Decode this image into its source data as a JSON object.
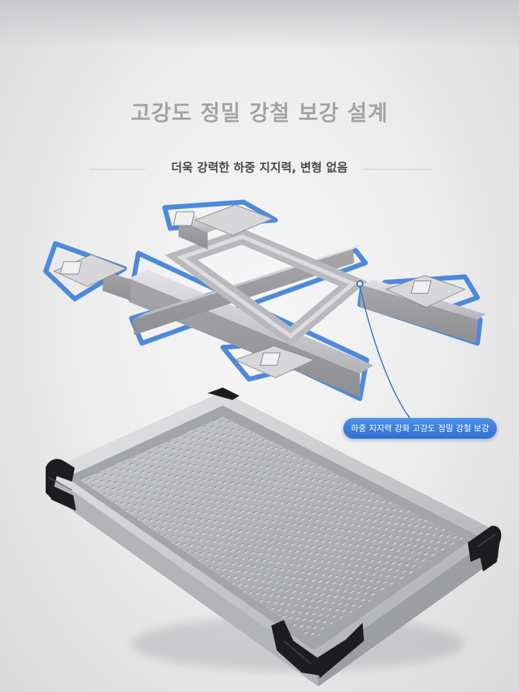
{
  "headline": "고강도 정밀 강철 보강 설계",
  "subheadline": "더욱 강력한 하중 지지력, 변형 없음",
  "callout": "하중 지지력 강화 고강도 정밀 강철 보강",
  "colors": {
    "accent_blue": "#2f6fd0",
    "frame_outline": "#3d7fd9",
    "steel": "#b9b9bd",
    "tray_silver": "#c8c9cc",
    "corner_guard": "#1d1d1f"
  },
  "icons": [
    "steel-reinforcement-frame-image",
    "aluminum-tray-image",
    "corner-guard-icon"
  ]
}
